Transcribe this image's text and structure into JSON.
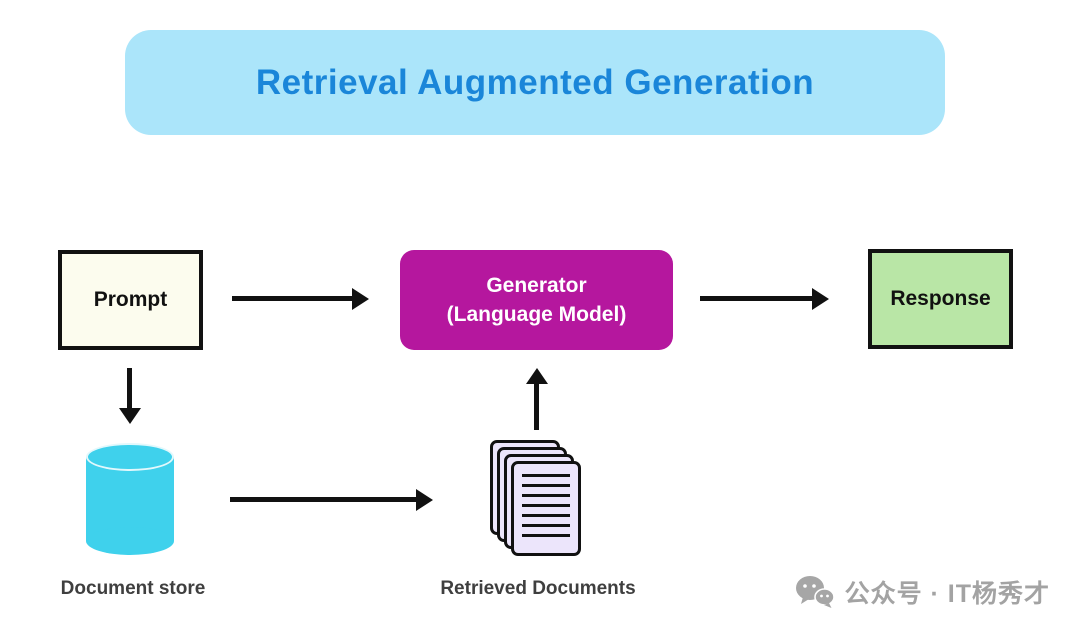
{
  "title": "Retrieval Augmented Generation",
  "nodes": {
    "prompt": {
      "label": "Prompt"
    },
    "generator": {
      "label_line1": "Generator",
      "label_line2": "(Language Model)"
    },
    "response": {
      "label": "Response"
    },
    "document_store": {
      "label": "Document store"
    },
    "retrieved_documents": {
      "label": "Retrieved Documents"
    }
  },
  "edges": [
    {
      "from": "prompt",
      "to": "generator"
    },
    {
      "from": "generator",
      "to": "response"
    },
    {
      "from": "prompt",
      "to": "document_store"
    },
    {
      "from": "document_store",
      "to": "retrieved_documents"
    },
    {
      "from": "retrieved_documents",
      "to": "generator"
    }
  ],
  "watermark": {
    "text": "公众号 · IT杨秀才",
    "icon": "wechat-icon"
  },
  "colors": {
    "title_bg": "#abe5fa",
    "title_text": "#1a86d9",
    "prompt_bg": "#fcfcee",
    "generator_bg": "#b5179e",
    "generator_text": "#ffffff",
    "response_bg": "#b9e6a6",
    "cylinder": "#3fd1ec",
    "documents_bg": "#ece5fb",
    "arrow": "#111111",
    "label_text": "#3f3f3f",
    "watermark_text": "#a3a3a3"
  }
}
